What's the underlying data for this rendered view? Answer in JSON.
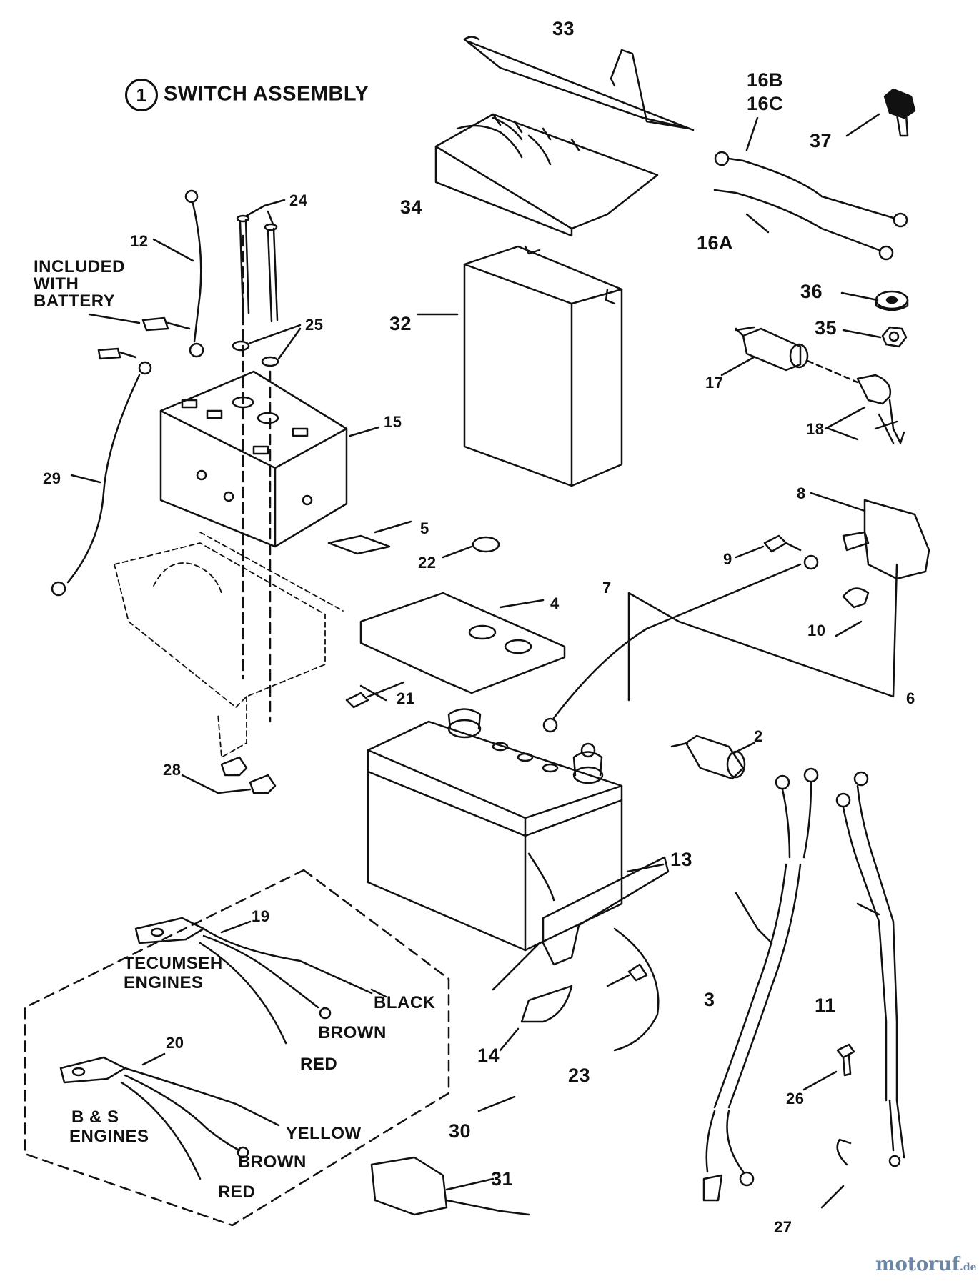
{
  "title": {
    "circle": "1",
    "text": "SWITCH ASSEMBLY"
  },
  "notes": {
    "included_with_battery": [
      "INCLUDED",
      "WITH",
      "BATTERY"
    ]
  },
  "callouts": [
    "33",
    "16B",
    "16C",
    "37",
    "34",
    "16A",
    "12",
    "24",
    "36",
    "32",
    "35",
    "25",
    "17",
    "18",
    "15",
    "29",
    "8",
    "5",
    "22",
    "9",
    "4",
    "7",
    "10",
    "6",
    "21",
    "2",
    "28",
    "13",
    "19",
    "3",
    "11",
    "20",
    "14",
    "23",
    "26",
    "30",
    "31",
    "27"
  ],
  "groups": {
    "tecumseh": {
      "title": [
        "TECUMSEH",
        "ENGINES"
      ],
      "wires": [
        "BLACK",
        "BROWN",
        "RED"
      ]
    },
    "bs": {
      "title": [
        "B & S",
        "ENGINES"
      ],
      "wires": [
        "YELLOW",
        "BROWN",
        "RED"
      ]
    }
  },
  "watermark": {
    "brand": "motoruf",
    "tld": ".de"
  },
  "colors": {
    "ink": "#111111",
    "watermark": "#6a86a3"
  }
}
